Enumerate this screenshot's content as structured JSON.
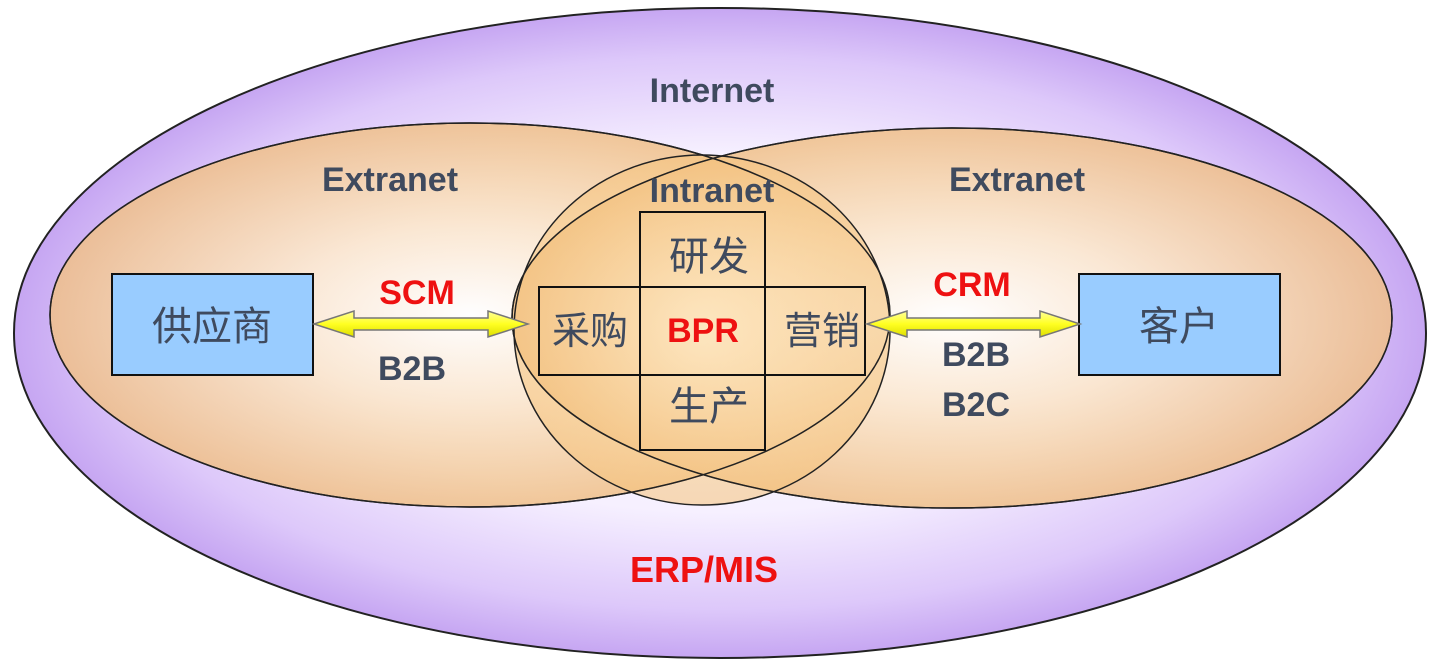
{
  "zones": {
    "internet": "Internet",
    "extranet_left": "Extranet",
    "extranet_right": "Extranet",
    "intranet": "Intranet"
  },
  "nodes": {
    "supplier": "供应商",
    "customer": "客户"
  },
  "cross": {
    "top": "研发",
    "left": "采购",
    "center": "BPR",
    "right": "营销",
    "bottom": "生产"
  },
  "links": {
    "left_main": "SCM",
    "left_sub": "B2B",
    "right_main": "CRM",
    "right_sub1": "B2B",
    "right_sub2": "B2C"
  },
  "footer": "ERP/MIS",
  "colors": {
    "label_dark": "#3f4a5e",
    "label_red": "#ee1111",
    "node_fill": "#99ccff",
    "arrow_fill": "#ffff44",
    "outer_purple": "#c8a8f0",
    "inner_orange": "#f2c08a"
  }
}
